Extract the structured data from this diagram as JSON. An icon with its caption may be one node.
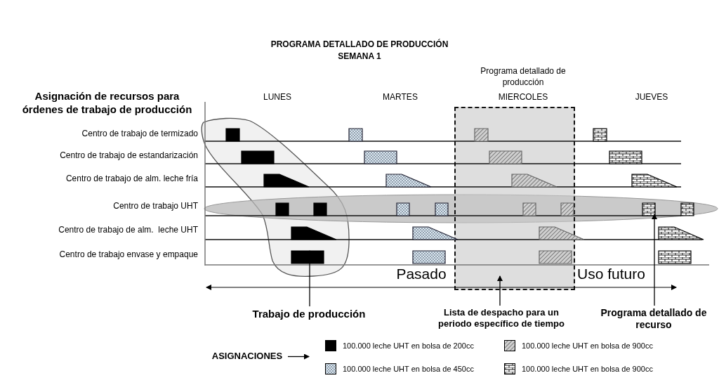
{
  "diagram": {
    "title": "PROGRAMA DETALLADO DE PRODUCCIÓN SEMANA 1",
    "nodes": [
      {
        "text": [],
        "shape": "blob"
      },
      {
        "text": [
          "Programa detallado de producción"
        ]
      },
      {
        "text": [],
        "shape": "ellipse"
      },
      {
        "text": [
          "Trabajo de producción"
        ]
      },
      {
        "text": [
          "Lista de despacho para un periodo específico de tiempo"
        ]
      },
      {
        "text": [
          "Programa detallado de recurso"
        ]
      },
      {
        "text": [
          "ASIGNACIONES"
        ]
      }
    ],
    "edges": [
      {
        "from": 3,
        "to": 0,
        "arrow": "to"
      },
      {
        "from": 4,
        "to": 1,
        "arrow": "to"
      },
      {
        "from": 5,
        "to": 2,
        "arrow": "to"
      },
      {
        "from": 6,
        "to": null,
        "arrow": "to"
      }
    ],
    "labels": [
      "Asignación de recursos para órdenes de trabajo de producción",
      "LUNES",
      "MARTES",
      "MIERCOLES",
      "JUEVES",
      "Centro de trabajo de termizado",
      "Centro de trabajo de estandarización",
      "Centro de trabajo de alm. leche fría",
      "Centro de trabajo UHT",
      "Centro de trabajo de alm.  leche UHT",
      "Centro de trabajo envase y empaque",
      "Pasado",
      "Uso futuro"
    ],
    "legend": [
      {
        "text": "100.000 leche UHT en bolsa de 200cc",
        "color": "#000000"
      },
      {
        "text": "100.000 leche UHT en bolsa de 900cc"
      },
      {
        "text": "100.000 leche UHT en bolsa de 450cc"
      },
      {
        "text": "100.000 leche UHT en bolsa de 900cc"
      }
    ]
  }
}
